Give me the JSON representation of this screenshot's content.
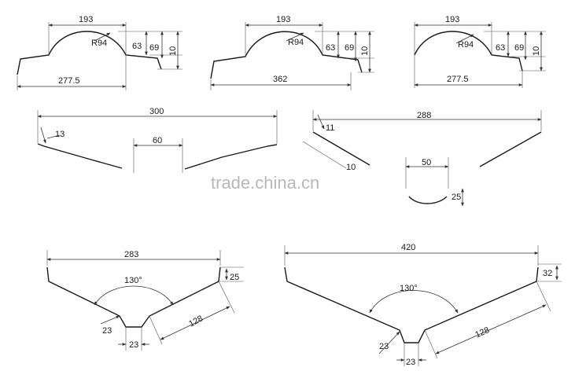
{
  "watermark": "trade.china.cn",
  "figures": {
    "cap1": {
      "top": "193",
      "radius": "R94",
      "h1": "63",
      "h2": "69",
      "h3": "10",
      "base": "277.5"
    },
    "cap2": {
      "top": "193",
      "radius": "R94",
      "h1": "63",
      "h2": "69",
      "h3": "10",
      "base": "362"
    },
    "cap3": {
      "top": "193",
      "radius": "R94",
      "h1": "63",
      "h2": "69",
      "h3": "10",
      "base": "277.5"
    },
    "flat1": {
      "width": "300",
      "lip": "13",
      "gap": "60"
    },
    "flat2": {
      "width": "288",
      "lip": "11",
      "side": "10",
      "gap": "50",
      "radius": "25"
    },
    "v1": {
      "width": "283",
      "angle": "130°",
      "arm": "128",
      "lip": "25",
      "depth": "23",
      "bottom": "23"
    },
    "v2": {
      "width": "420",
      "angle": "130°",
      "arm": "128",
      "lip": "32",
      "depth": "23",
      "bottom": "23"
    }
  }
}
